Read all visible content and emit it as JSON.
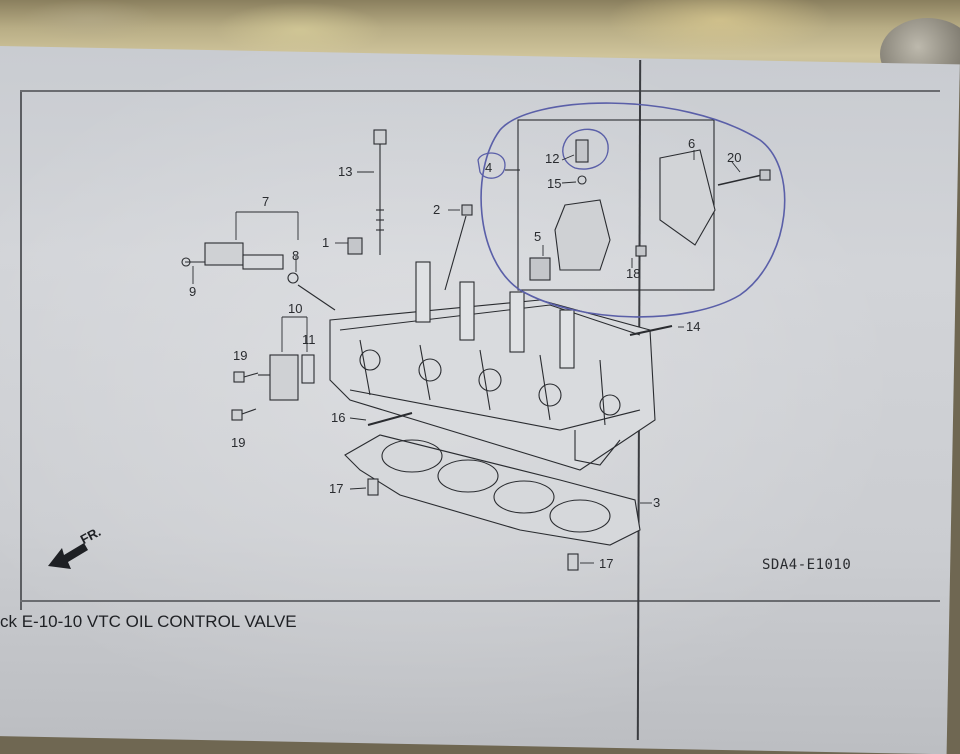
{
  "page": {
    "caption": "ck  E-10-10 VTC OIL CONTROL VALVE",
    "diagram_code": "SDA4-E1010",
    "front_marker": "FR."
  },
  "callouts": {
    "c1": "1",
    "c2": "2",
    "c3": "3",
    "c4": "4",
    "c5": "5",
    "c6": "6",
    "c7": "7",
    "c8": "8",
    "c9": "9",
    "c10": "10",
    "c11": "11",
    "c12": "12",
    "c13": "13",
    "c14": "14",
    "c15": "15",
    "c16": "16",
    "c17a": "17",
    "c17b": "17",
    "c18": "18",
    "c19a": "19",
    "c19b": "19",
    "c20": "20"
  },
  "colors": {
    "ink": "#2a2c30",
    "pen_circle": "#5a5fa8",
    "paper": "#cfd1d5"
  }
}
